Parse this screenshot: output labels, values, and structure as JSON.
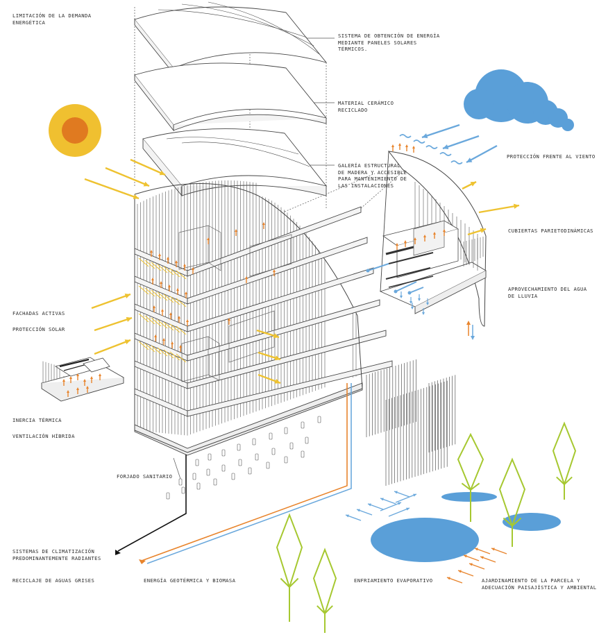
{
  "labels": {
    "limitacion": [
      "LIMITACIÓN DE LA DEMANDA",
      "ENERGÉTICA"
    ],
    "sistema_solar": [
      "SISTEMA DE OBTENCIÓN DE ENERGÍA",
      "MEDIANTE PANELES SOLARES",
      "TÉRMICOS."
    ],
    "ceramico": [
      "MATERIAL CERÁMICO",
      "RECICLADO"
    ],
    "galeria": [
      "GALERÍA ESTRUCTURAL",
      "DE MADERA Y ACCESIBLE",
      "PARA MANTENIMIENTO DE",
      "LAS INSTALACIONES"
    ],
    "viento": [
      "PROTECCIÓN FRENTE AL VIENTO"
    ],
    "cubiertas": [
      "CUBIERTAS PARIETODINÁMICAS"
    ],
    "agua_lluvia": [
      "APROVECHAMIENTO DEL AGUA",
      "DE LLUVIA"
    ],
    "fachadas": [
      "FACHADAS ACTIVAS"
    ],
    "proteccion_solar": [
      "PROTECCIÓN SOLAR"
    ],
    "inercia": [
      "INERCIA TÉRMICA"
    ],
    "ventilacion": [
      "VENTILACIÓN HÍBRIDA"
    ],
    "forjado": [
      "FORJADO SANITARIO"
    ],
    "climatizacion": [
      "SISTEMAS DE CLIMATIZACIÓN",
      "PREDOMINANTEMENTE RADIANTES"
    ],
    "grises": [
      "RECICLAJE DE AGUAS GRISES"
    ],
    "geotermica": [
      "ENERGÍA GEOTÉRMICA Y BIOMASA"
    ],
    "enfriamiento": [
      "ENFRIAMIENTO EVAPORATIVO"
    ],
    "ajardinamiento": [
      "AJARDINAMIENTO DE LA PARCELA Y",
      "ADECUACIÓN PAISAJÍSTICA Y AMBIENTAL"
    ]
  },
  "colors": {
    "line": "#4a4a4a",
    "sun_outer": "#f0c030",
    "sun_inner": "#e07a20",
    "arrow_yellow": "#eec230",
    "cloud_blue": "#5a9fd8",
    "arrow_blue": "#6aa8dc",
    "pipe_orange": "#e8842c",
    "pipe_blue": "#6aa8dc",
    "pipe_black": "#111111",
    "tree_green": "#a6c830",
    "pond_blue": "#5a9fd8"
  },
  "icons": [
    "sun-icon",
    "cloud-icon",
    "tree-icon",
    "pond-icon",
    "arrow-icon"
  ]
}
